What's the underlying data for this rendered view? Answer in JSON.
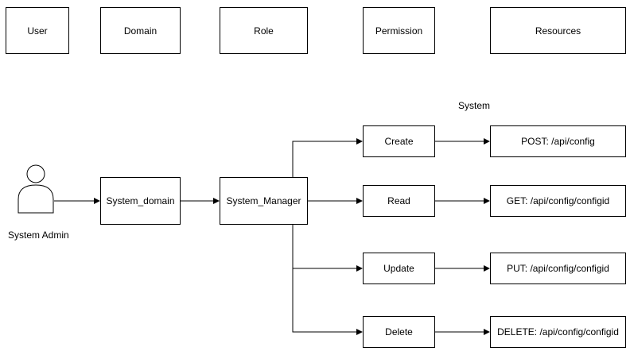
{
  "header": {
    "user": "User",
    "domain": "Domain",
    "role": "Role",
    "permission": "Permission",
    "resources": "Resources"
  },
  "actor": {
    "label": "System Admin"
  },
  "domain_node": "System_domain",
  "role_node": "System_Manager",
  "resource_group": "System",
  "permissions": [
    "Create",
    "Read",
    "Update",
    "Delete"
  ],
  "resources": [
    "POST: /api/config",
    "GET: /api/config/configid",
    "PUT: /api/config/configid",
    "DELETE: /api/config/configid"
  ]
}
